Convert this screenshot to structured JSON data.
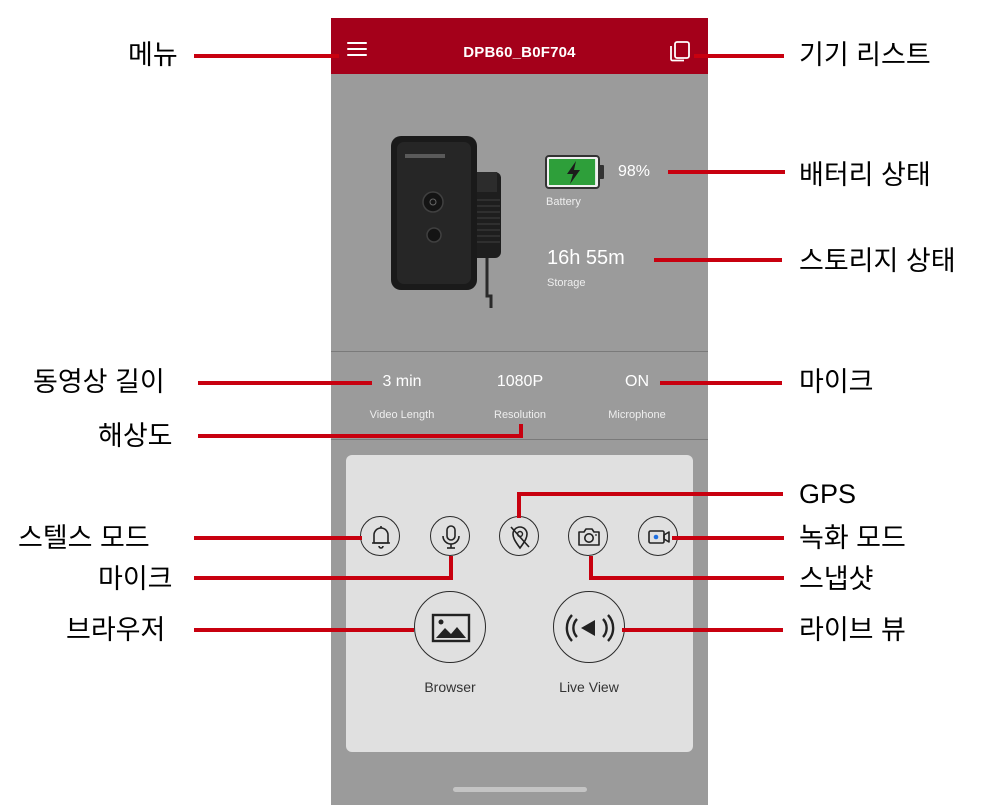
{
  "app": {
    "device_title": "DPB60_B0F704"
  },
  "status": {
    "battery_percent": "98%",
    "battery_level": 0.98,
    "battery_label": "Battery",
    "storage_value": "16h 55m",
    "storage_label": "Storage"
  },
  "settings": [
    {
      "value": "3 min",
      "label": "Video Length"
    },
    {
      "value": "1080P",
      "label": "Resolution"
    },
    {
      "value": "ON",
      "label": "Microphone"
    }
  ],
  "controls": {
    "browser_label": "Browser",
    "liveview_label": "Live View"
  },
  "icons": {
    "menu": "hamburger-menu-icon",
    "device_list": "device-list-icon",
    "battery": "battery-charging-icon",
    "stealth": "bell-icon",
    "mic": "microphone-icon",
    "gps": "gps-off-icon",
    "snapshot": "camera-icon",
    "record": "video-camera-icon",
    "browser": "image-gallery-icon",
    "liveview": "live-stream-icon"
  },
  "colors": {
    "header": "#a4001a",
    "annotation_line": "#c8000f",
    "battery_fill": "#2e9f3a",
    "background": "#9b9b9b",
    "panel": "#e0e0e0"
  },
  "annotations": {
    "menu": "메뉴",
    "device_list": "기기 리스트",
    "battery": "배터리 상태",
    "storage": "스토리지 상태",
    "video_length": "동영상 길이",
    "microphone_status": "마이크",
    "resolution": "해상도",
    "gps": "GPS",
    "stealth_mode": "스텔스 모드",
    "record_mode": "녹화 모드",
    "microphone_btn": "마이크",
    "snapshot": "스냅샷",
    "browser": "브라우저",
    "live_view": "라이브 뷰"
  }
}
